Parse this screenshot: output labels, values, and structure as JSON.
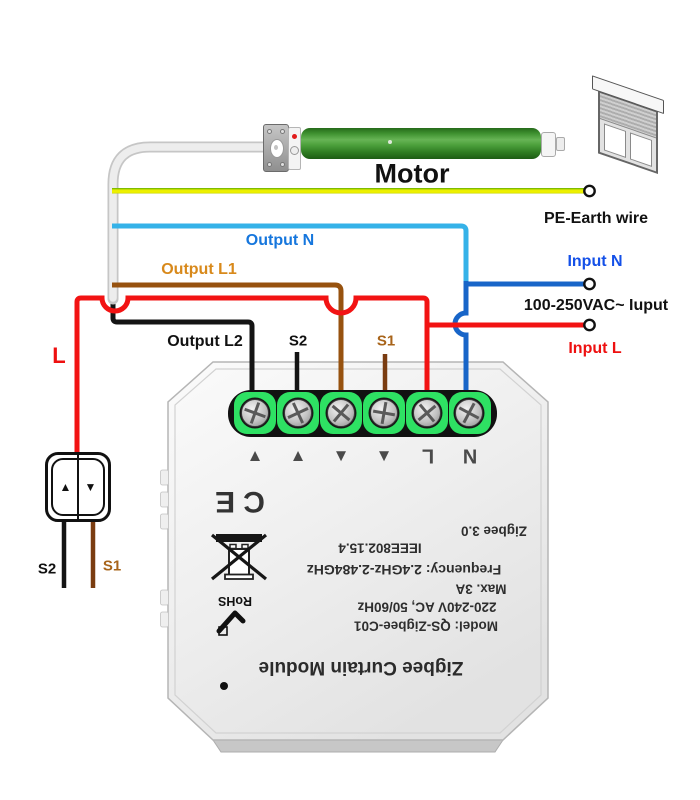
{
  "labels": {
    "motor": "Motor",
    "pe_earth": "PE-Earth wire",
    "output_n": "Output N",
    "output_l1": "Output L1",
    "output_l2": "Output L2",
    "s2_module": "S2",
    "s1_module": "S1",
    "input_n": "Input N",
    "vac_input": "100-250VAC~ Iuput",
    "input_l": "Input L",
    "live": "L",
    "s2_switch": "S2",
    "s1_switch": "S1"
  },
  "module": {
    "marks": [
      "▲",
      "▲",
      "▼",
      "▼",
      "L",
      "N"
    ],
    "ce": "CE",
    "rohs": "RoHS",
    "lines": {
      "zigbee": "Zigbee 3.0",
      "ieee": "IEEE802.15.4",
      "frequency": "Frequency: 2.4GHz-2.484GHz",
      "max_current": "Max. 3A",
      "voltage": "220-240V AC, 50/60Hz",
      "model": "Model: QS-Zigbee-C01"
    },
    "product_name": "Zigbee Curtain Module"
  },
  "switch": {
    "up": "▲",
    "down": "▼"
  },
  "colors": {
    "output_n_wire": "#35b2e8",
    "input_n_wire": "#1865c8",
    "output_l1_wire": "#97520f",
    "s1_wire": "#7a3c10",
    "live_wire": "#f21313",
    "output_l2_wire": "#141414",
    "pe_yellow": "#edf000",
    "pe_green": "#5fae00",
    "terminal_green": "#2ee163"
  }
}
